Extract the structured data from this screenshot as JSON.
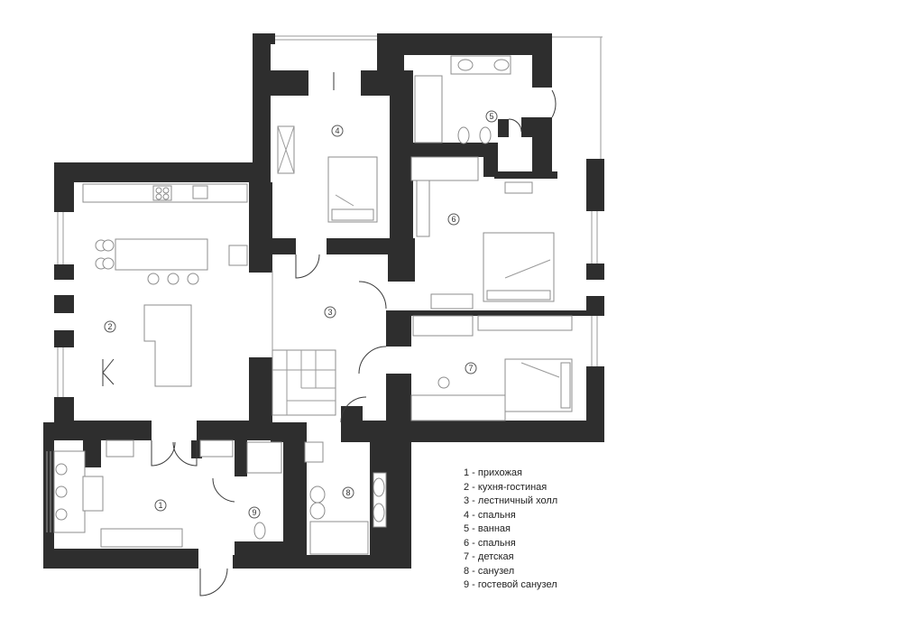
{
  "rooms": [
    {
      "number": "1",
      "name": "прихожая"
    },
    {
      "number": "2",
      "name": "кухня-гостиная"
    },
    {
      "number": "3",
      "name": "лестничный холл"
    },
    {
      "number": "4",
      "name": "спальня"
    },
    {
      "number": "5",
      "name": "ванная"
    },
    {
      "number": "6",
      "name": "спальня"
    },
    {
      "number": "7",
      "name": "детская"
    },
    {
      "number": "8",
      "name": "санузел"
    },
    {
      "number": "9",
      "name": "гостевой санузел"
    }
  ],
  "legend_separator": " - ",
  "colors": {
    "wall": "#2e2e2e",
    "line": "#9a9a9a",
    "background": "#ffffff"
  }
}
